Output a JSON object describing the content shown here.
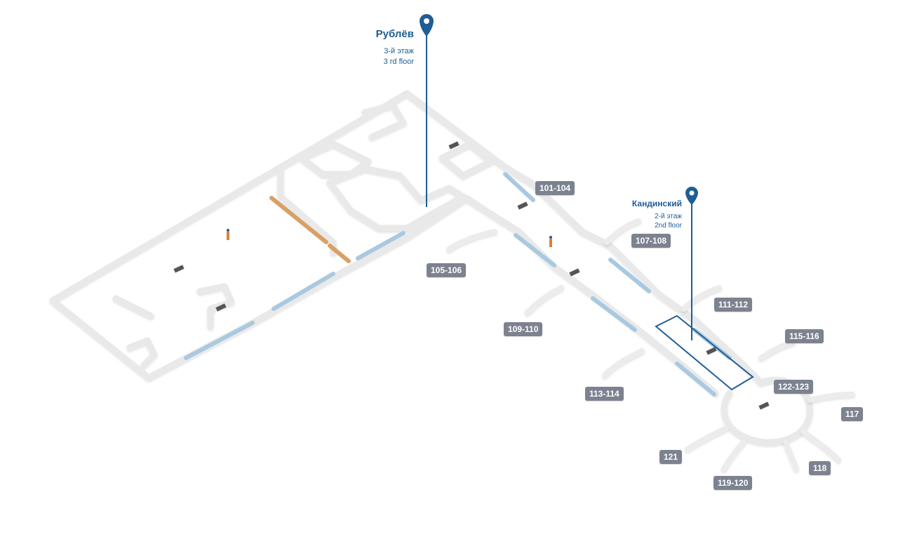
{
  "colors": {
    "accent": "#1f5d95",
    "label_bg": "#7d8290",
    "glass": "#a9c9e0",
    "wood": "#d9a066",
    "wall": "#eeeeee"
  },
  "pois": [
    {
      "name": "Рублёв",
      "line1": "3-й этаж",
      "line2": "3 rd floor",
      "icon": "location-pin-icon"
    },
    {
      "name": "Кандинский",
      "line1": "2-й этаж",
      "line2": "2nd floor",
      "icon": "location-pin-icon"
    }
  ],
  "gates": [
    "101-104",
    "105-106",
    "107-108",
    "109-110",
    "111-112",
    "113-114",
    "115-116",
    "117",
    "118",
    "119-120",
    "121",
    "122-123"
  ]
}
